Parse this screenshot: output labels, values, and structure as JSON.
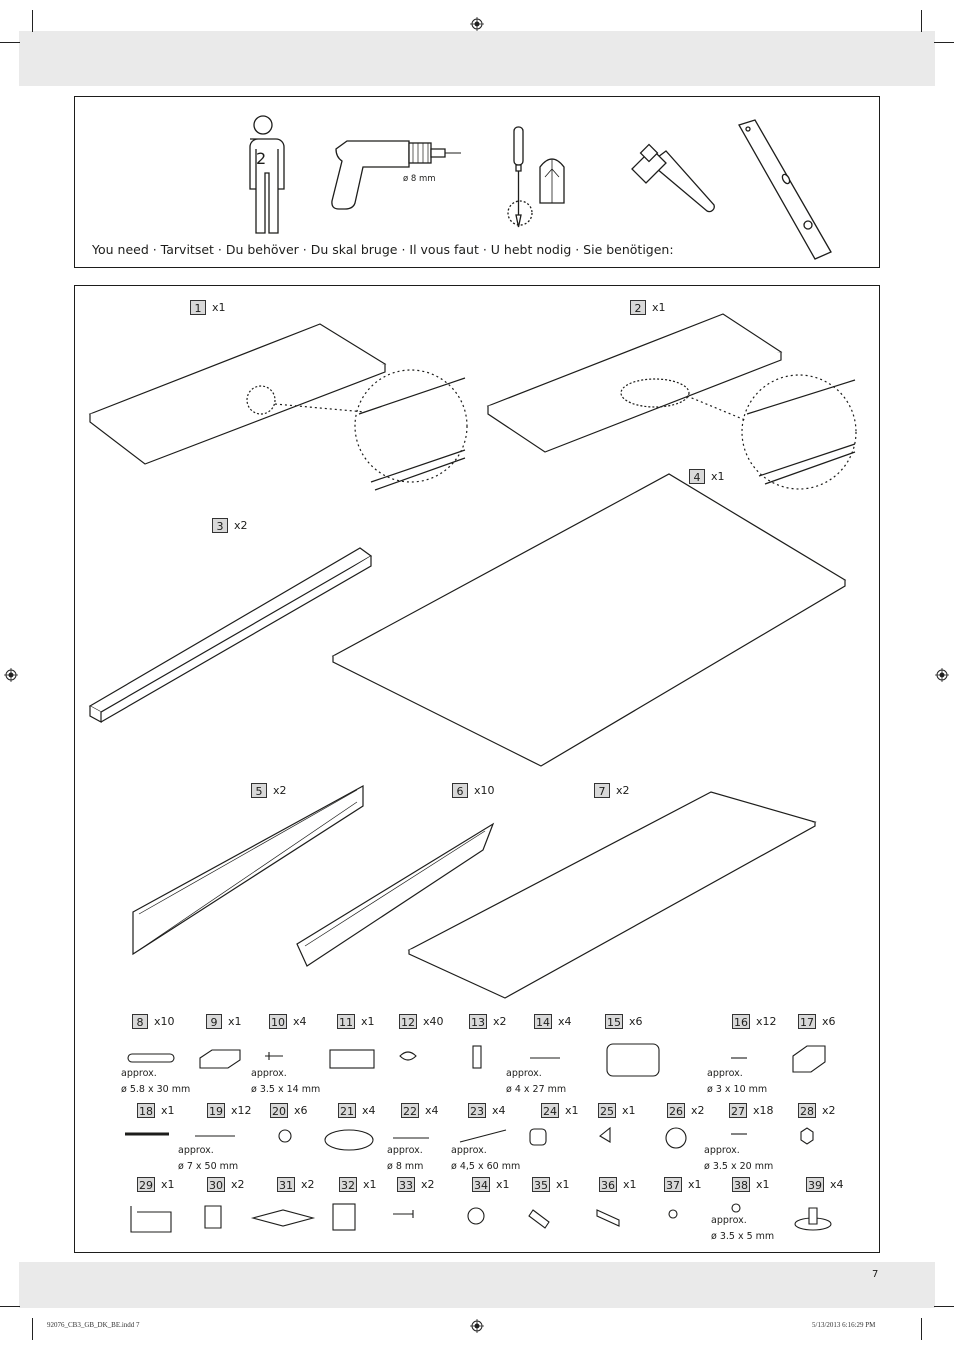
{
  "header": {
    "page_number": "7"
  },
  "footer": {
    "file_slug": "92076_CB3_GB_DK_BE.indd   7",
    "timestamp": "5/13/2013   6:16:29 PM"
  },
  "tools": {
    "person_count": "2",
    "drill_bit": "ø 8 mm",
    "you_need": "You need · Tarvitset · Du behöver · Du skal bruge · Il vous faut · U hebt nodig · Sie benötigen:",
    "icons": [
      "person-icon",
      "drill-icon",
      "screwdriver-icon",
      "hammer-icon",
      "spirit-level-icon"
    ]
  },
  "large_parts": [
    {
      "num": "1",
      "qty": "x1"
    },
    {
      "num": "2",
      "qty": "x1"
    },
    {
      "num": "3",
      "qty": "x2"
    },
    {
      "num": "4",
      "qty": "x1"
    },
    {
      "num": "5",
      "qty": "x2"
    },
    {
      "num": "6",
      "qty": "x10"
    },
    {
      "num": "7",
      "qty": "x2"
    }
  ],
  "hardware": [
    {
      "num": "8",
      "qty": "x10",
      "note1": "approx.",
      "note2": "ø 5.8 x 30 mm"
    },
    {
      "num": "9",
      "qty": "x1"
    },
    {
      "num": "10",
      "qty": "x4",
      "note1": "approx.",
      "note2": "ø 3.5 x 14 mm"
    },
    {
      "num": "11",
      "qty": "x1"
    },
    {
      "num": "12",
      "qty": "x40"
    },
    {
      "num": "13",
      "qty": "x2"
    },
    {
      "num": "14",
      "qty": "x4",
      "note1": "approx.",
      "note2": "ø 4 x 27 mm"
    },
    {
      "num": "15",
      "qty": "x6"
    },
    {
      "num": "16",
      "qty": "x12",
      "note1": "approx.",
      "note2": "ø 3 x 10 mm"
    },
    {
      "num": "17",
      "qty": "x6"
    },
    {
      "num": "18",
      "qty": "x1"
    },
    {
      "num": "19",
      "qty": "x12",
      "note1": "approx.",
      "note2": "ø 7 x 50 mm"
    },
    {
      "num": "20",
      "qty": "x6"
    },
    {
      "num": "21",
      "qty": "x4"
    },
    {
      "num": "22",
      "qty": "x4",
      "note1": "approx.",
      "note2": "ø 8 mm"
    },
    {
      "num": "23",
      "qty": "x4",
      "note1": "approx.",
      "note2": "ø 4,5 x 60 mm"
    },
    {
      "num": "24",
      "qty": "x1"
    },
    {
      "num": "25",
      "qty": "x1"
    },
    {
      "num": "26",
      "qty": "x2"
    },
    {
      "num": "27",
      "qty": "x18",
      "note1": "approx.",
      "note2": "ø 3.5 x 20 mm"
    },
    {
      "num": "28",
      "qty": "x2"
    },
    {
      "num": "29",
      "qty": "x1"
    },
    {
      "num": "30",
      "qty": "x2"
    },
    {
      "num": "31",
      "qty": "x2"
    },
    {
      "num": "32",
      "qty": "x1"
    },
    {
      "num": "33",
      "qty": "x2"
    },
    {
      "num": "34",
      "qty": "x1"
    },
    {
      "num": "35",
      "qty": "x1"
    },
    {
      "num": "36",
      "qty": "x1"
    },
    {
      "num": "37",
      "qty": "x1"
    },
    {
      "num": "38",
      "qty": "x1",
      "note1": "approx.",
      "note2": "ø 3.5 x 5 mm"
    },
    {
      "num": "39",
      "qty": "x4"
    }
  ]
}
